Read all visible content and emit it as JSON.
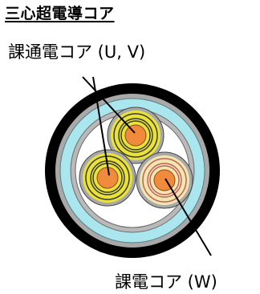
{
  "diagram": {
    "title": "三心超電導コア",
    "label_uv": "課通電コア (U, V)",
    "label_w": "課電コア (W)"
  },
  "colors": {
    "outer_jacket": "#000000",
    "gray_layer": "#a9a9a9",
    "cyan_layer": "#a9e6ee",
    "inner_space": "#ffffff",
    "core_uv_ring": "#e9e23a",
    "core_w_ring": "#f3e7b0",
    "core_center": "#f08a3c",
    "leader_line": "#000000"
  }
}
